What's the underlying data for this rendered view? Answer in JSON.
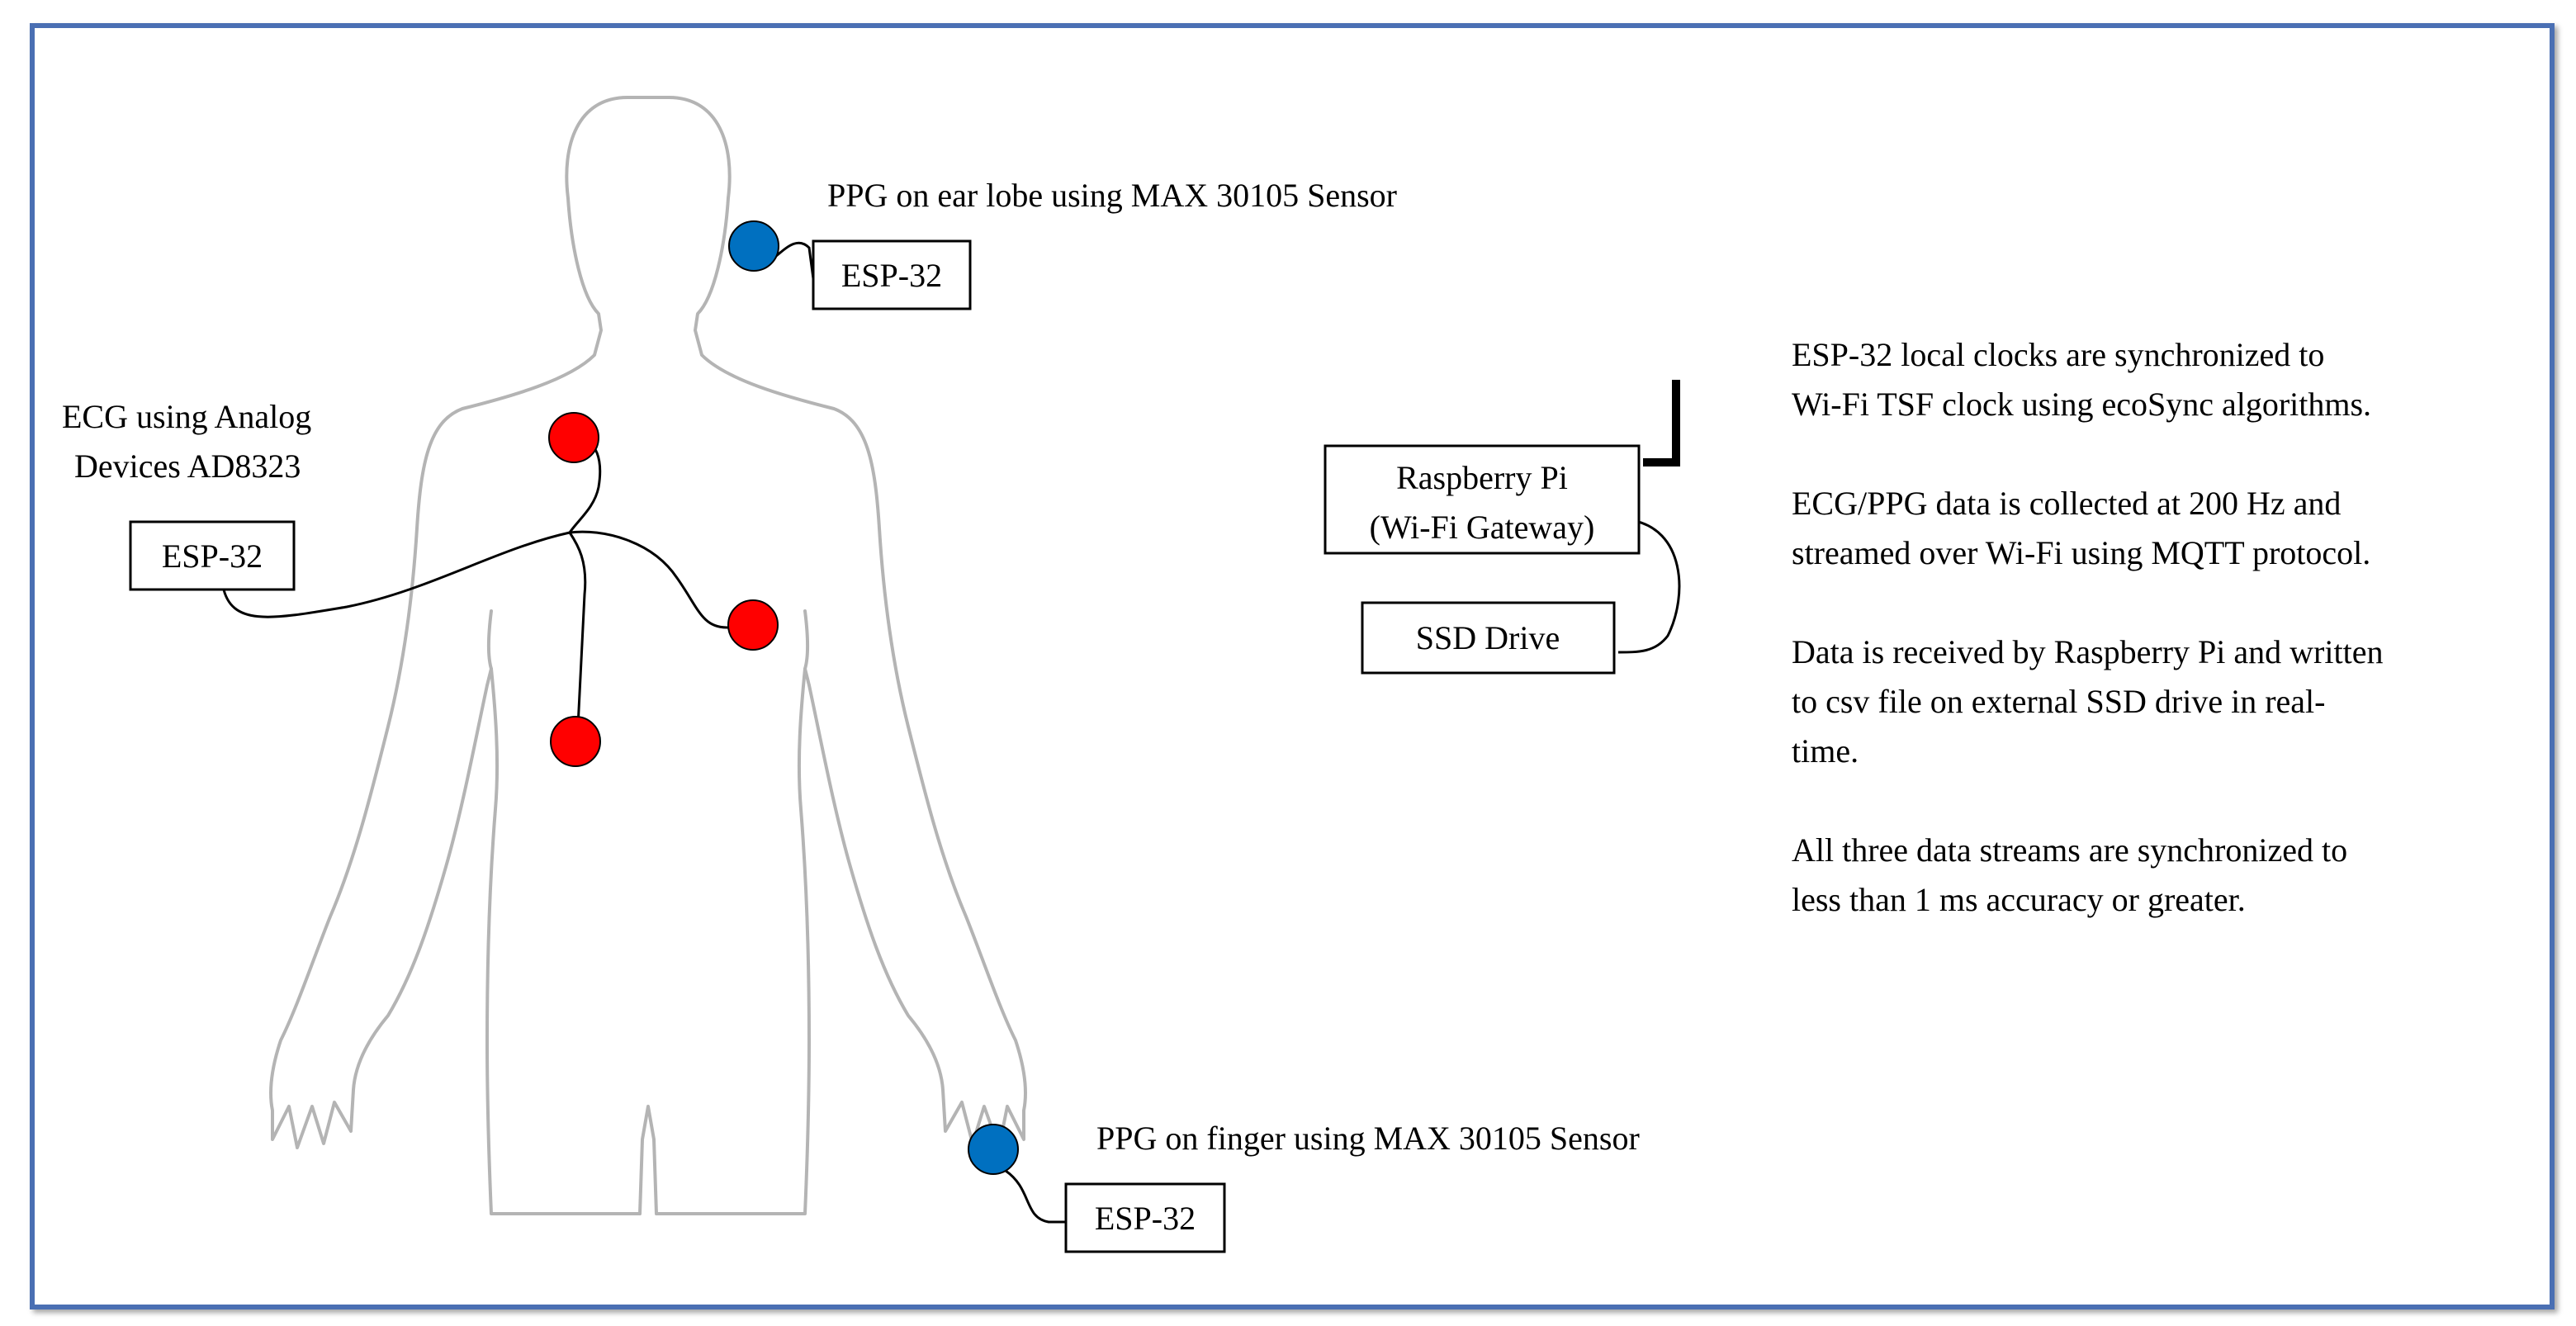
{
  "labels": {
    "ppg_ear": "PPG on ear lobe using MAX 30105 Sensor",
    "ppg_finger": "PPG on finger using MAX 30105 Sensor",
    "ecg_line1": "ECG using Analog",
    "ecg_line2": "Devices AD8323"
  },
  "boxes": {
    "esp32_ear": "ESP-32",
    "esp32_ecg": "ESP-32",
    "esp32_finger": "ESP-32",
    "rpi_line1": "Raspberry Pi",
    "rpi_line2": "(Wi-Fi Gateway)",
    "ssd": "SSD Drive"
  },
  "notes": {
    "clocks_line1": "ESP-32 local clocks are synchronized to",
    "clocks_line2": "Wi-Fi TSF clock using ecoSync algorithms.",
    "data_line1": "ECG/PPG data is collected at 200 Hz and",
    "data_line2": "streamed over Wi-Fi using MQTT protocol.",
    "rx_line1": "Data is received by Raspberry Pi and written",
    "rx_line2": "to csv file on external SSD drive in real-",
    "rx_line3": "time.",
    "sync_line1": "All three data streams are synchronized to",
    "sync_line2": "less than 1 ms accuracy or greater."
  },
  "colors": {
    "frame_border": "#4a6fb3",
    "ecg_electrode": "#ff0000",
    "ppg_sensor": "#0070c0",
    "body_outline": "#b4b4b4"
  }
}
